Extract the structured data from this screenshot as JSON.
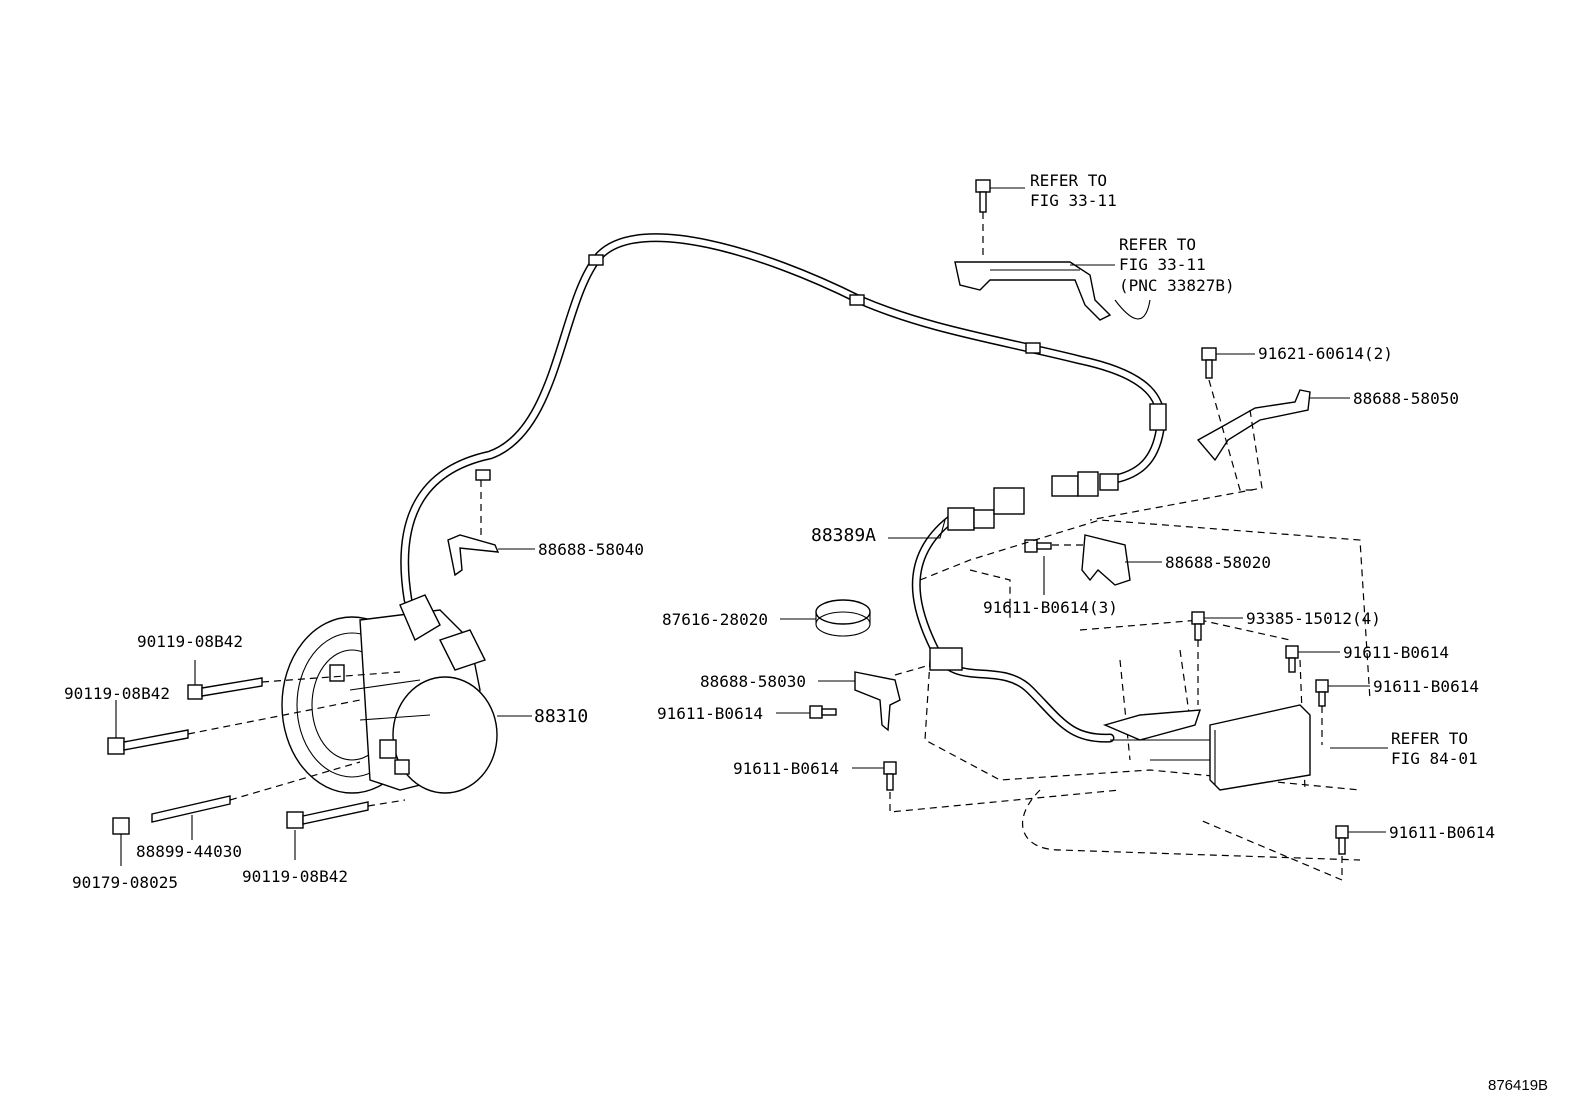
{
  "figure_id": "876419B",
  "labels": {
    "refer_fig_33_11_a": [
      "REFER TO",
      "FIG 33-11"
    ],
    "refer_fig_33_11_b": [
      "REFER TO",
      "FIG 33-11",
      "(PNC 33827B)"
    ],
    "p91621_60614": "91621-60614(2)",
    "p88688_58050": "88688-58050",
    "p88389A": "88389A",
    "p88688_58020": "88688-58020",
    "p91611_B0614_3": "91611-B0614(3)",
    "p88688_58040": "88688-58040",
    "p87616_28020": "87616-28020",
    "p93385_15012": "93385-15012(4)",
    "p91611_B0614_r1": "91611-B0614",
    "p91611_B0614_r2": "91611-B0614",
    "p88688_58030": "88688-58030",
    "p91611_B0614_c1": "91611-B0614",
    "p91611_B0614_c2": "91611-B0614",
    "refer_fig_84_01": [
      "REFER TO",
      "FIG 84-01"
    ],
    "p91611_B0614_r3": "91611-B0614",
    "p90119_08B42_a": "90119-08B42",
    "p90119_08B42_b": "90119-08B42",
    "p88310": "88310",
    "p88899_44030": "88899-44030",
    "p90179_08025": "90179-08025",
    "p90119_08B42_c": "90119-08B42"
  }
}
